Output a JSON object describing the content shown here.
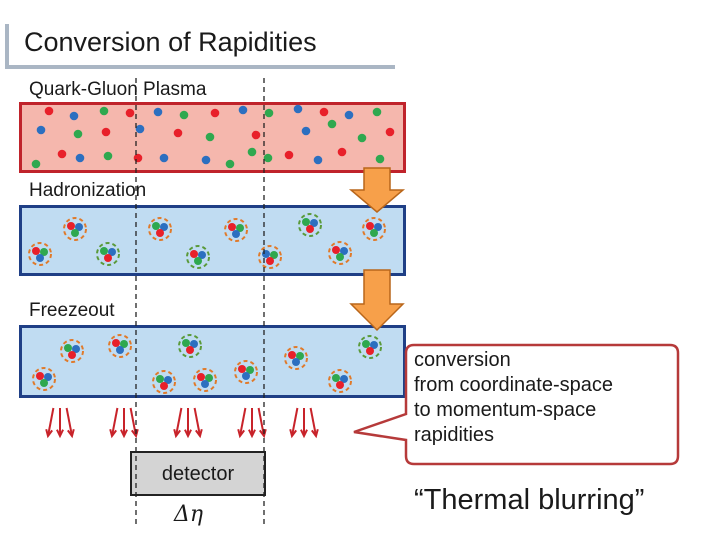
{
  "slide": {
    "title": "Conversion of Rapidities",
    "stages": {
      "qgp_label": "Quark-Gluon Plasma",
      "hadronization_label": "Hadronization",
      "freezeout_label": "Freezeout"
    },
    "detector_label": "detector",
    "delta_eta": "Δη",
    "callout_lines": [
      "conversion",
      "from coordinate-space",
      "to momentum-space",
      "rapidities"
    ],
    "quote": "“Thermal blurring”"
  },
  "colors": {
    "qgp_fill": "#f5b7ad",
    "qgp_border": "#c0232b",
    "hadron_fill": "#c0dcf2",
    "hadron_border": "#1f3f86",
    "arrow_fill": "#f7a04a",
    "arrow_stroke": "#b9661a",
    "quark_red": "#e8202a",
    "quark_blue": "#2c6fc0",
    "quark_green": "#2fa84f",
    "ring_orange": "#e07a2a",
    "ring_green": "#5a9a3a",
    "detector_fill": "#d4d4d4"
  }
}
